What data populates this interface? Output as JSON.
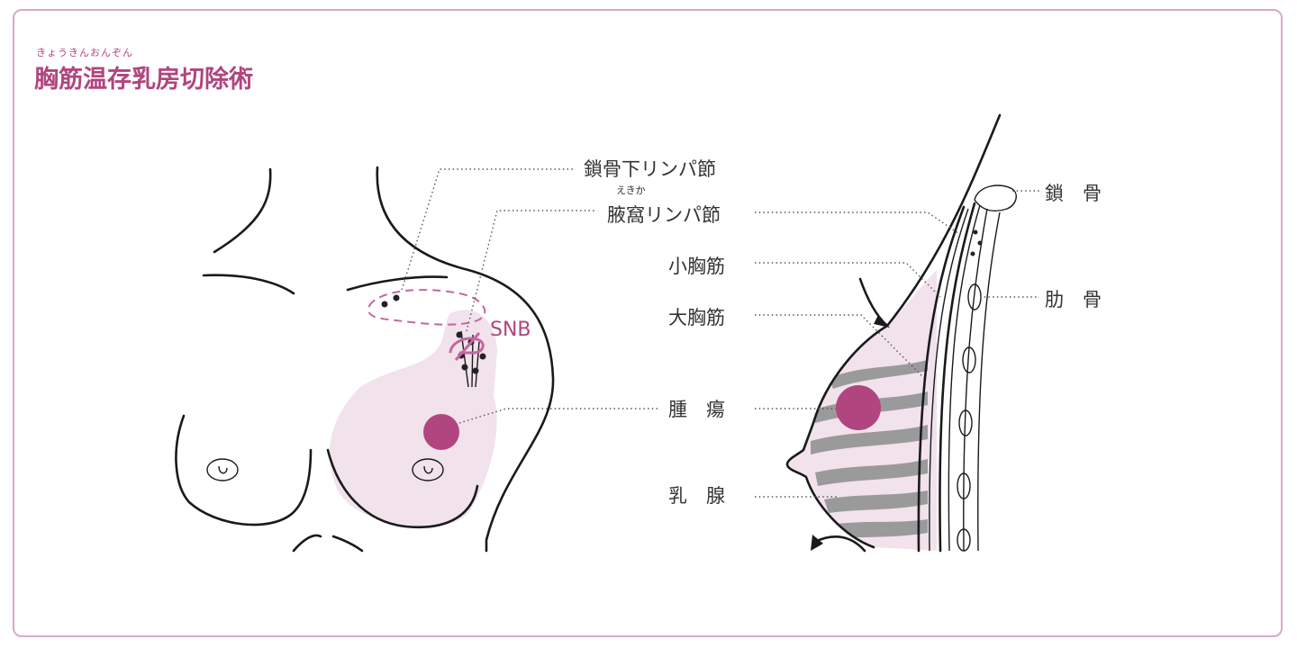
{
  "title": {
    "reading": "きょうきんおんぞん",
    "text": "胸筋温存乳房切除術"
  },
  "colors": {
    "accent": "#b0457f",
    "shade": "#f1e2ec",
    "border": "#d7a9c8",
    "gland": "#9a9a9a"
  },
  "front_view": {
    "labels": {
      "subclavian": "鎖骨下リンパ節",
      "axillary_reading": "えきか",
      "axillary": "腋窩リンパ節",
      "pec_minor": "小胸筋",
      "pec_major": "大胸筋",
      "tumor": "腫　瘍",
      "mammary": "乳　腺",
      "snb": "SNB"
    }
  },
  "side_view": {
    "labels": {
      "clavicle": "鎖　骨",
      "rib": "肋　骨"
    }
  }
}
